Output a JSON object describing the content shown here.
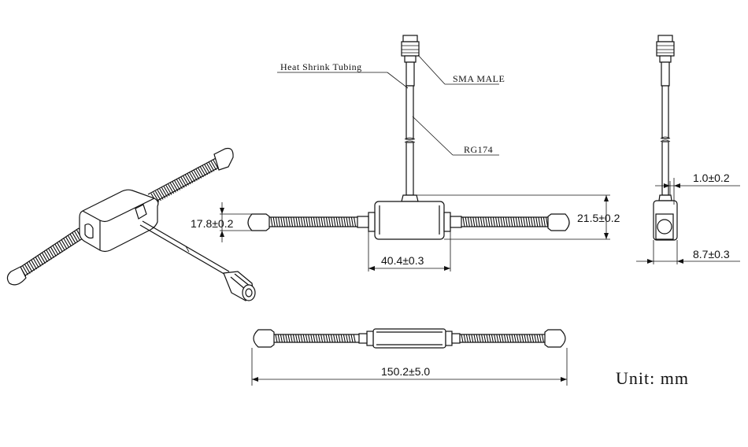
{
  "callouts": {
    "heat_shrink": "Heat Shrink Tubing",
    "sma_male": "SMA MALE",
    "cable": "RG174"
  },
  "dimensions": {
    "arm_diameter": "17.8±0.2",
    "body_width": "40.4±0.3",
    "body_height": "21.5±0.2",
    "cable_offset": "1.0±0.2",
    "body_depth": "8.7±0.3",
    "overall_length": "150.2±5.0"
  },
  "unit_note": "Unit:  mm"
}
